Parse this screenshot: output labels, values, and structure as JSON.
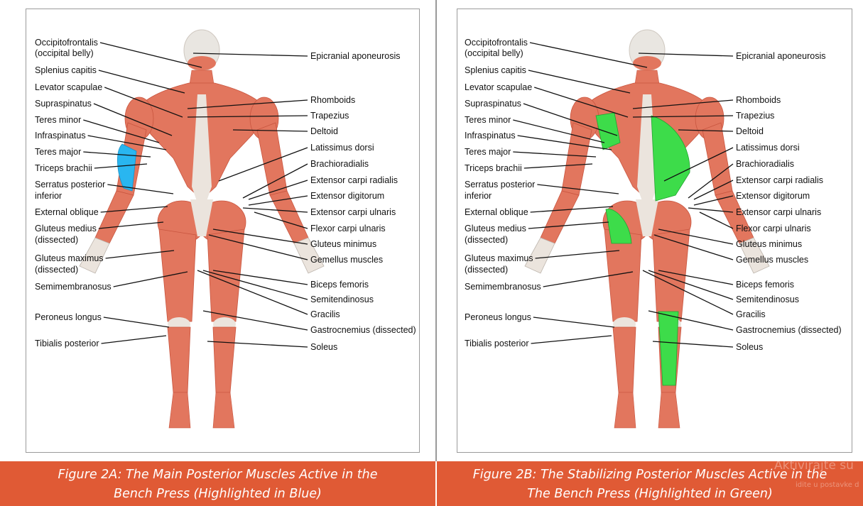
{
  "figure_a": {
    "left_labels": [
      "Occipitofrontalis",
      "(occipital belly)",
      "Splenius capitis",
      "Levator scapulae",
      "Supraspinatus",
      "Teres minor",
      "Infraspinatus",
      "Teres major",
      "Triceps brachii",
      "Serratus posterior",
      "inferior",
      "External oblique",
      "Gluteus medius",
      "(dissected)",
      "Gluteus maximus",
      "(dissected)",
      "Semimembranosus",
      "Peroneus longus",
      "Tibialis posterior"
    ],
    "right_labels": [
      "Epicranial aponeurosis",
      "Rhomboids",
      "Trapezius",
      "Deltoid",
      "Latissimus dorsi",
      "Brachioradialis",
      "Extensor carpi radialis",
      "Extensor digitorum",
      "Extensor carpi ulnaris",
      "Flexor carpi ulnaris",
      "Gluteus minimus",
      "Gemellus muscles",
      "Biceps femoris",
      "Semitendinosus",
      "Gracilis",
      "Gastrocnemius (dissected)",
      "Soleus"
    ],
    "caption_line1": "Figure 2A: The Main Posterior Muscles Active in the",
    "caption_line2": "Bench Press  (Highlighted in Blue)",
    "highlight_color": "#29b6f0"
  },
  "figure_b": {
    "left_labels": [
      "Occipitofrontalis",
      "(occipital belly)",
      "Splenius capitis",
      "Levator scapulae",
      "Supraspinatus",
      "Teres minor",
      "Infraspinatus",
      "Teres major",
      "Triceps brachii",
      "Serratus posterior",
      "inferior",
      "External oblique",
      "Gluteus medius",
      "(dissected)",
      "Gluteus maximus",
      "(dissected)",
      "Semimembranosus",
      "Peroneus longus",
      "Tibialis posterior"
    ],
    "right_labels": [
      "Epicranial aponeurosis",
      "Rhomboids",
      "Trapezius",
      "Deltoid",
      "Latissimus dorsi",
      "Brachioradialis",
      "Extensor carpi radialis",
      "Extensor digitorum",
      "Extensor carpi ulnaris",
      "Flexor carpi ulnaris",
      "Gluteus minimus",
      "Gemellus muscles",
      "Biceps femoris",
      "Semitendinosus",
      "Gracilis",
      "Gastrocnemius (dissected)",
      "Soleus"
    ],
    "caption_line1": "Figure 2B: The Stabilizing Posterior Muscles Active in the",
    "caption_line2": "The Bench Press (Highlighted in Green)",
    "highlight_color": "#3ddc4a"
  },
  "watermark": {
    "line1": "Aktivirajte su",
    "line2": "idite u postavke d"
  },
  "colors": {
    "caption_bg": "#e05a35",
    "muscle": "#e2765e",
    "muscle_dark": "#c8553f",
    "tendon": "#ebe4dd",
    "bone": "#e9e6e1"
  }
}
